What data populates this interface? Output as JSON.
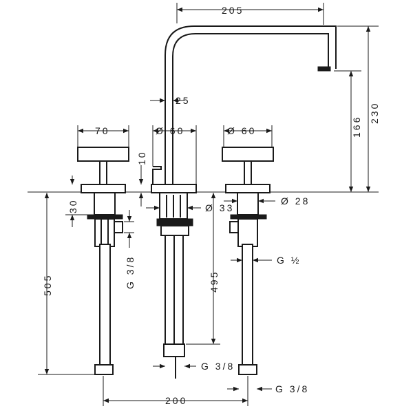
{
  "drawing": {
    "title": "Three-hole basin mixer dimension drawing",
    "dimensions": {
      "spout_reach": "205",
      "spout_width": "25",
      "total_height": "230",
      "outlet_height": "166",
      "handle_width": "70",
      "spout_base_diameter": "Ø 60",
      "handle_base_diameter": "Ø 60",
      "lever_height": "10",
      "base_height": "30",
      "shank_diameter": "Ø 33",
      "valve_shank_diameter": "Ø 28",
      "inlet_thread": "G ½",
      "left_thread": "G 3/8",
      "spout_length_below_deck": "495",
      "valve_length_below_deck": "505",
      "spout_connection": "G 3/8",
      "valve_connection": "G 3/8",
      "valve_spacing": "200"
    }
  }
}
